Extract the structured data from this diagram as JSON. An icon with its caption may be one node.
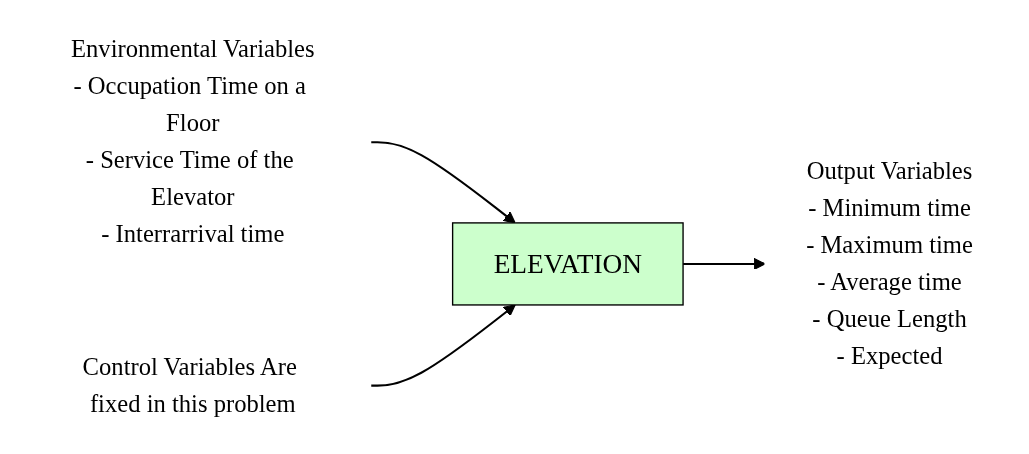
{
  "diagram": {
    "nodes": [
      {
        "text": [
          "Environmental Variables",
          "- Occupation Time on a Floor",
          "- Service Time of the Elevator",
          "- Interrarrival time"
        ]
      },
      {
        "text": [
          "Control Variables Are fixed in this problem"
        ]
      },
      {
        "text": [
          "ELEVATION"
        ]
      },
      {
        "text": [
          "Output Variables",
          "- Minimum time",
          "- Maximum time",
          "- Average time",
          "- Queue Length",
          "- Expected"
        ]
      }
    ],
    "edges": [
      {
        "from": 0,
        "to": 2,
        "arrow": "to"
      },
      {
        "from": 1,
        "to": 2,
        "arrow": "to"
      },
      {
        "from": 2,
        "to": 3,
        "arrow": "to"
      }
    ]
  }
}
